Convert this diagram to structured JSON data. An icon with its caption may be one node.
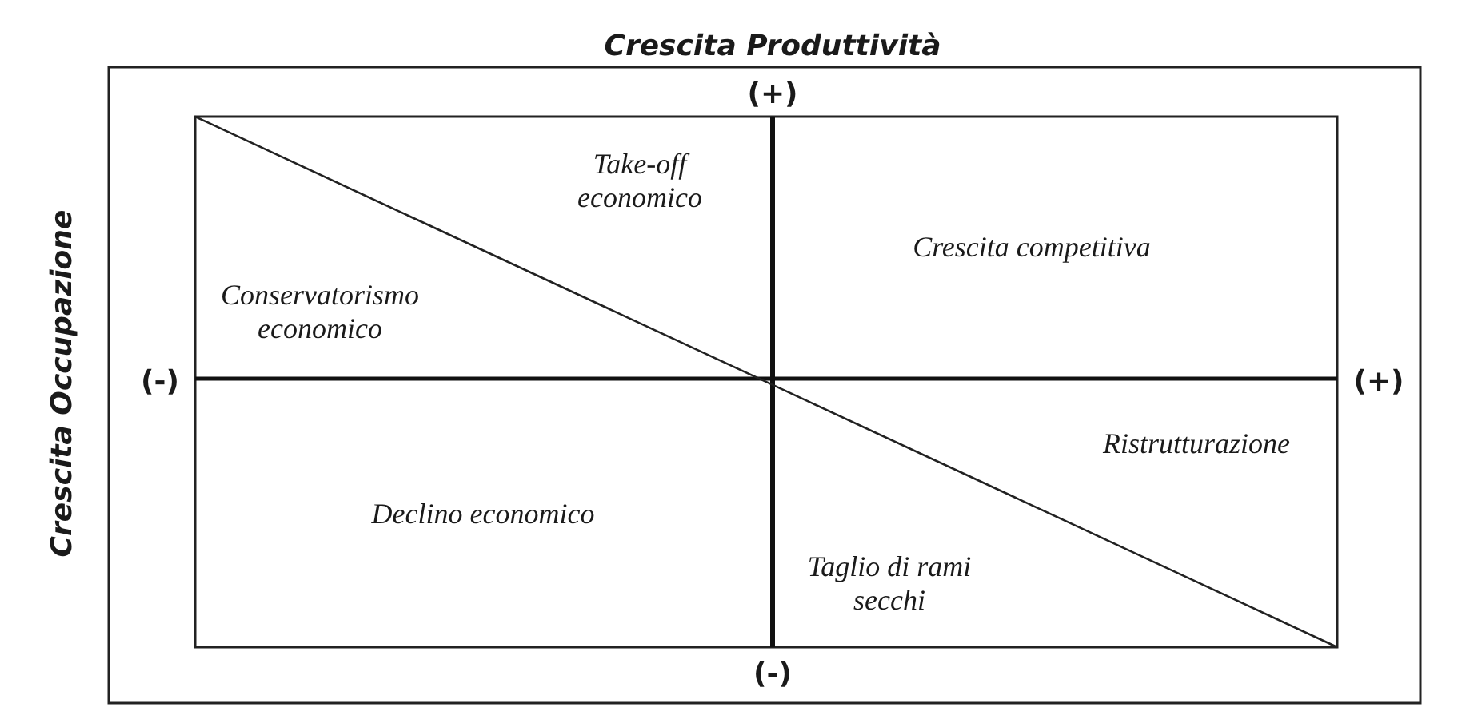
{
  "diagram": {
    "labels": [
      "Crescita Produttività",
      "(+)",
      "Crescita Occupazione",
      "Take-off economico",
      "Crescita competitiva",
      "Conservatorismo economico",
      "(-)",
      "(+)",
      "Ristrutturazione",
      "Declino economico",
      "Taglio di rami secchi",
      "(-)"
    ]
  }
}
